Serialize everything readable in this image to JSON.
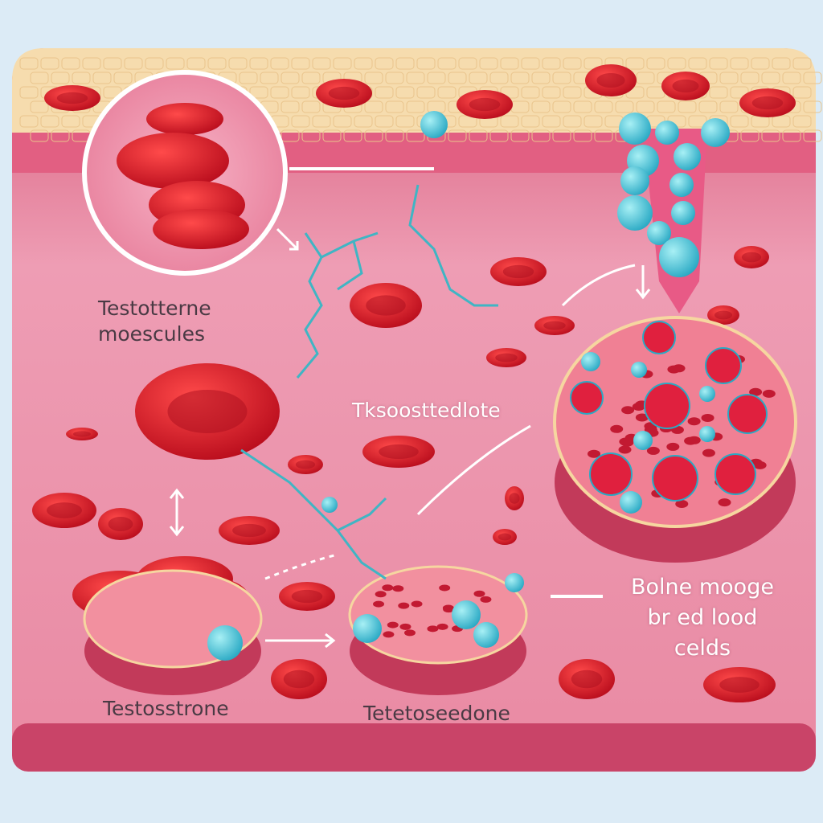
{
  "labels": {
    "molecules": [
      "Testotterne",
      "moescules"
    ],
    "middle": "Tksoosttedlote",
    "marrow": [
      "Bolne mooge",
      "br ed  lood",
      "celds"
    ],
    "left_disc": "Testosstrone",
    "middle_disc": "Tetetoseedone"
  },
  "colors": {
    "background": "#dcebf6",
    "tissue": "#e8869f",
    "fat_layer": "#f6dcae",
    "red_cell": "#d81a2a",
    "molecule": "#3fc3d4"
  }
}
